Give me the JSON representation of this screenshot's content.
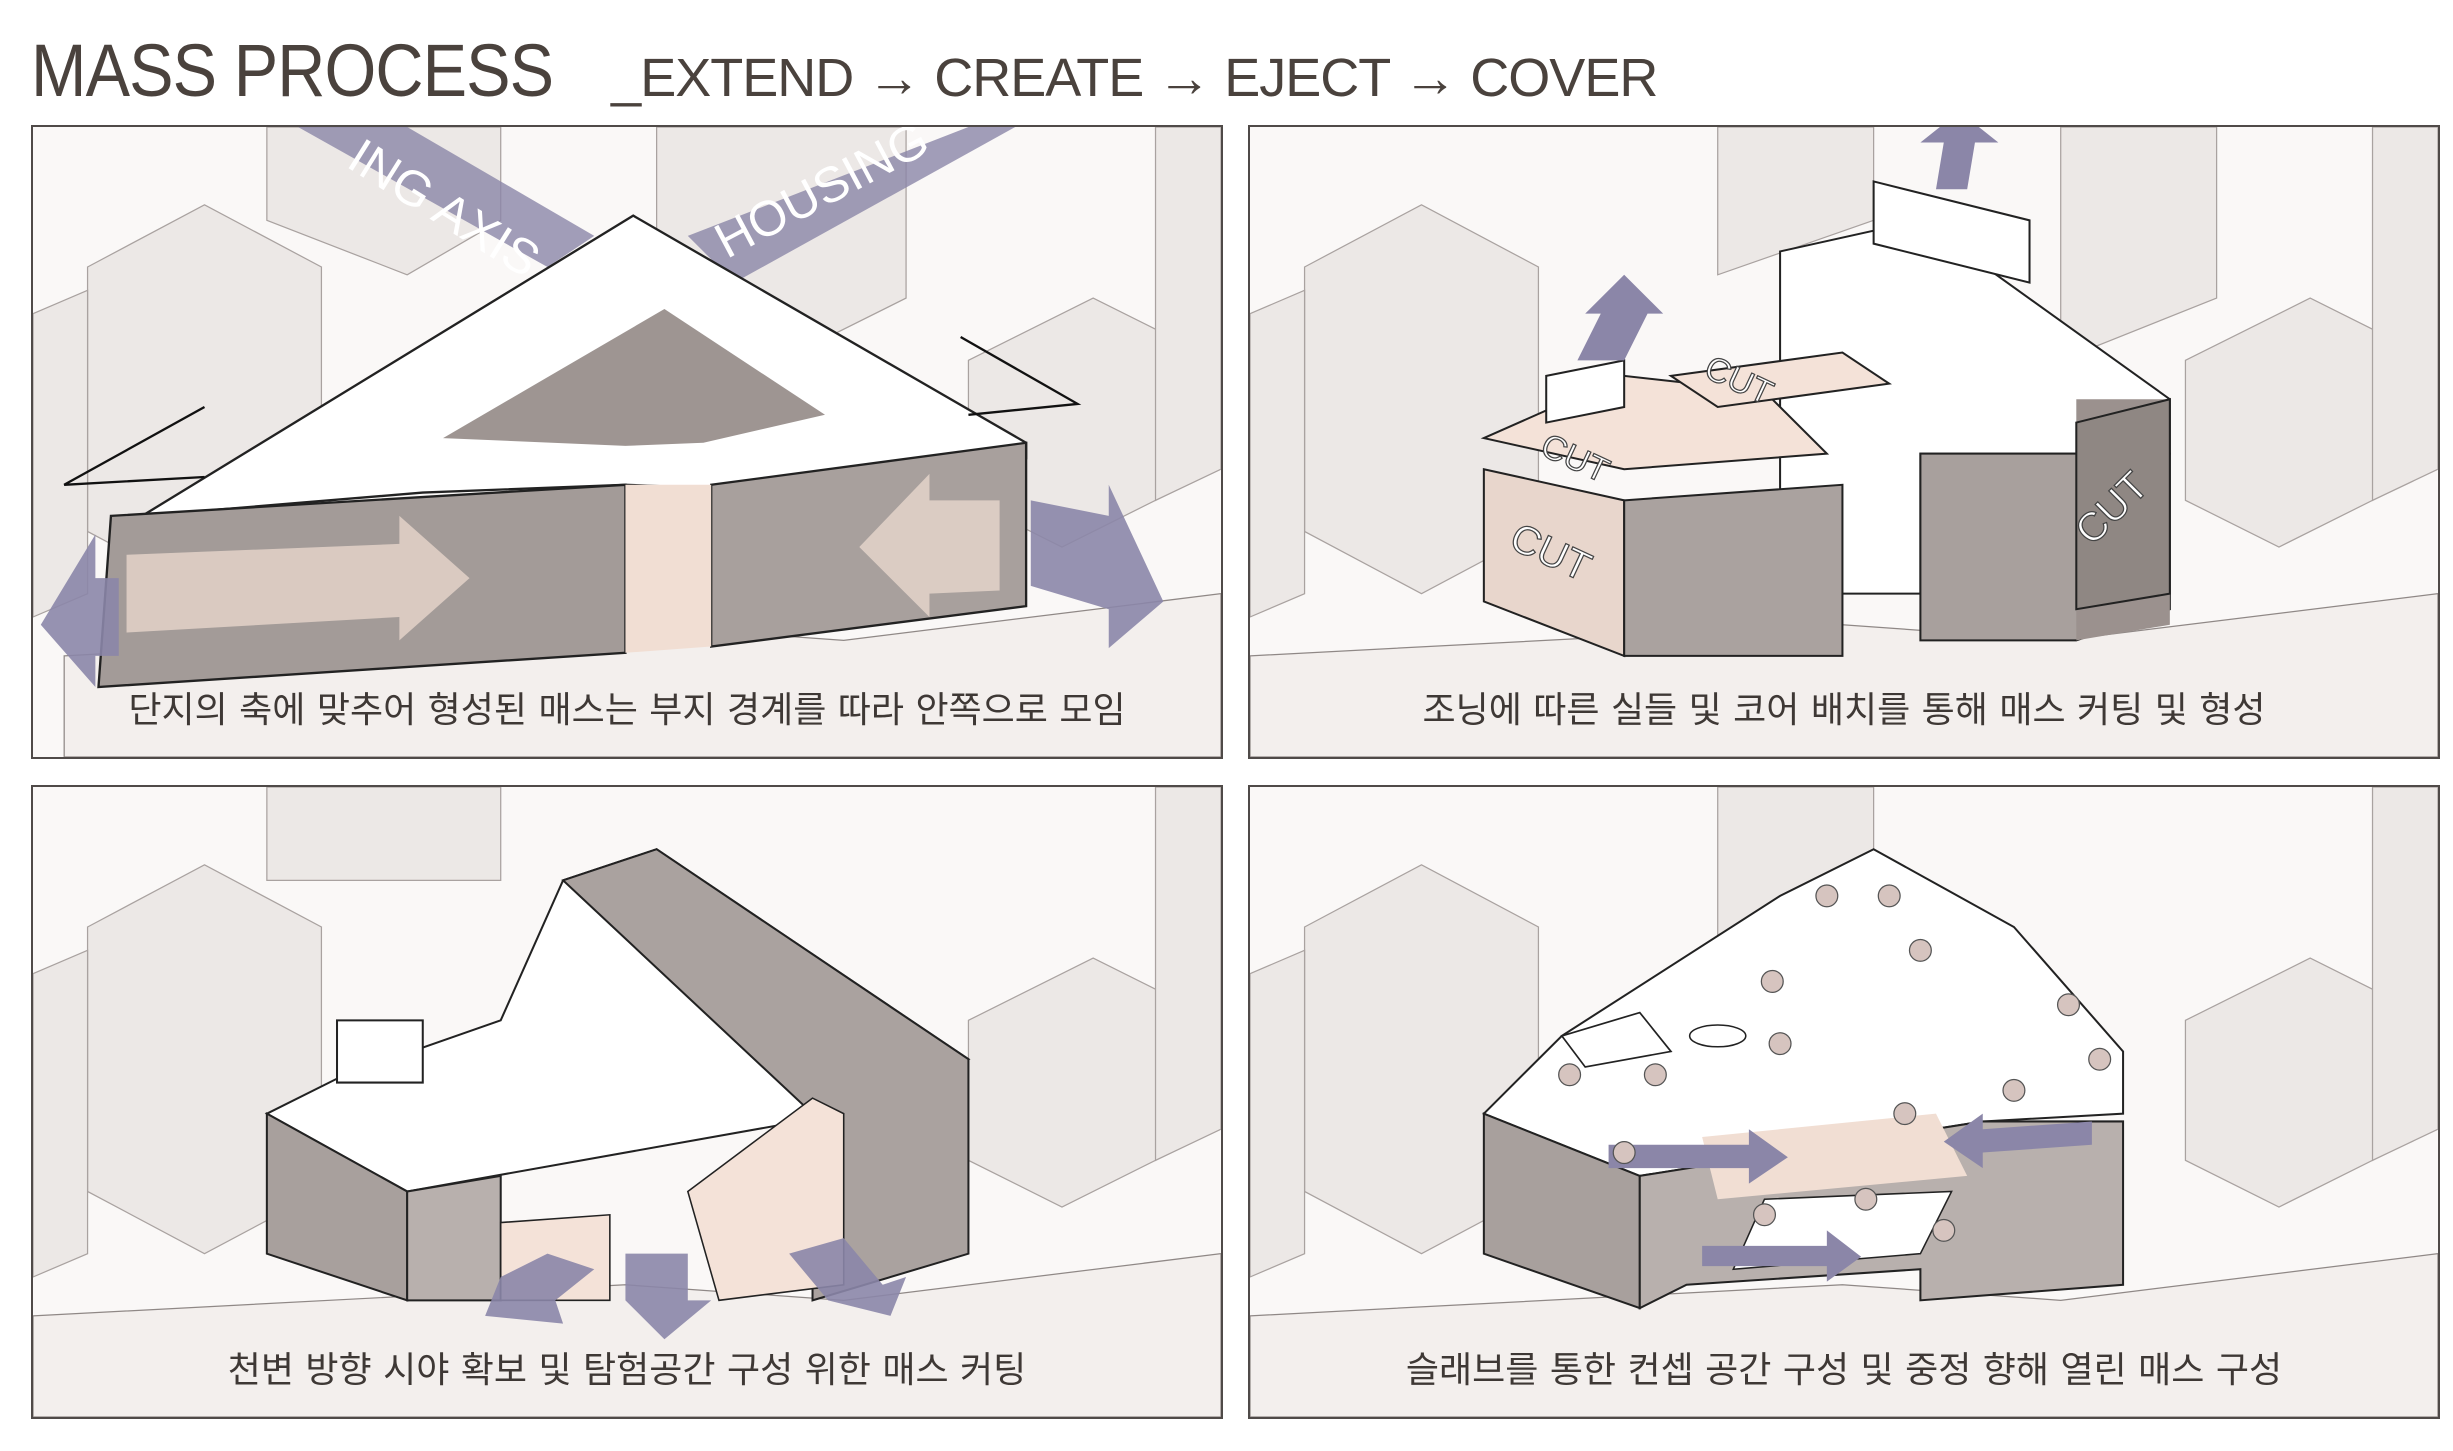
{
  "title": {
    "main": "MASS PROCESS",
    "sub": "_EXTEND → CREATE → EJECT → COVER"
  },
  "panels": [
    {
      "caption": "단지의 축에 맞추어 형성된 매스는 부지 경계를 따라 안쪽으로 모임",
      "labels": [
        "ING AXIS",
        "HOUSING"
      ]
    },
    {
      "caption": "조닝에 따른 실들 및 코어 배치를 통해 매스 커팅 및 형성",
      "labels": [
        "CUT",
        "CUT",
        "CUT",
        "CUT"
      ]
    },
    {
      "caption": "천변 방향 시야 확보 및 탐험공간 구성 위한 매스 커팅"
    },
    {
      "caption": "슬래브를 통한 컨셉 공간 구성 및 중정 향해 열린 매스 구성"
    }
  ],
  "colors": {
    "arrow": "#8b86a8",
    "accent": "#f3e1d6",
    "wall": "#b3aba8",
    "text": "#4a423d"
  }
}
